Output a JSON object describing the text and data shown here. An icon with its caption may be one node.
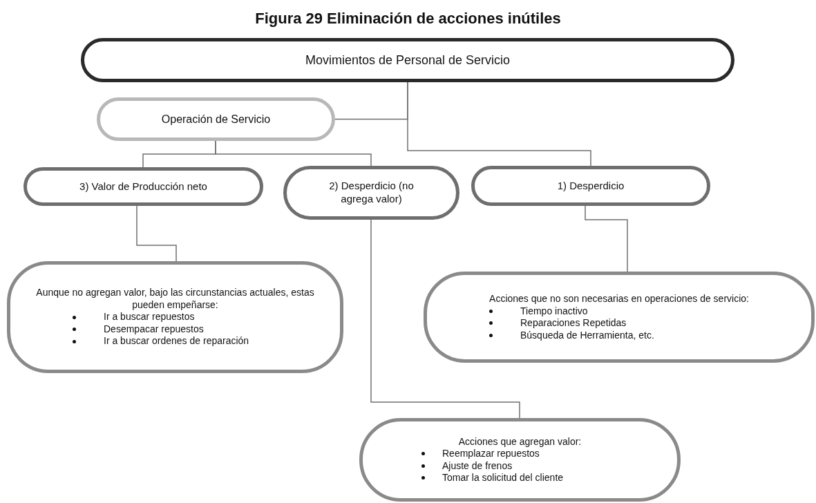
{
  "diagram": {
    "title": "Figura 29 Eliminación de acciones inútiles",
    "nodes": [
      {
        "text": [
          "Movimientos de Personal de Servicio"
        ]
      },
      {
        "text": [
          "Operación de Servicio"
        ]
      },
      {
        "text": [
          "3) Valor de Producción neto"
        ]
      },
      {
        "text": [
          "2) Desperdicio (no agrega valor)"
        ]
      },
      {
        "text": [
          "1) Desperdicio"
        ]
      },
      {
        "text": [
          "Aunque no agregan valor, bajo las circunstancias actuales, estas pueden empeñarse:",
          "Ir a buscar repuestos",
          "Desempacar repuestos",
          "Ir a buscar ordenes de reparación"
        ]
      },
      {
        "text": [
          "Acciones que no son necesarias en operaciones de servicio:",
          "Tiempo inactivo",
          "Reparaciones Repetidas",
          "Búsqueda de Herramienta, etc."
        ]
      },
      {
        "text": [
          "Acciones que agregan valor:",
          "Reemplazar repuestos",
          "Ajuste de frenos",
          "Tomar la solicitud del cliente"
        ]
      }
    ],
    "edges": [
      {
        "from": 0,
        "to": 1,
        "arrow": "none"
      },
      {
        "from": 0,
        "to": 4,
        "arrow": "none"
      },
      {
        "from": 1,
        "to": 2,
        "arrow": "none"
      },
      {
        "from": 1,
        "to": 3,
        "arrow": "none"
      },
      {
        "from": 2,
        "to": 5,
        "arrow": "none"
      },
      {
        "from": 3,
        "to": 7,
        "arrow": "none"
      },
      {
        "from": 4,
        "to": 6,
        "arrow": "none"
      }
    ]
  }
}
